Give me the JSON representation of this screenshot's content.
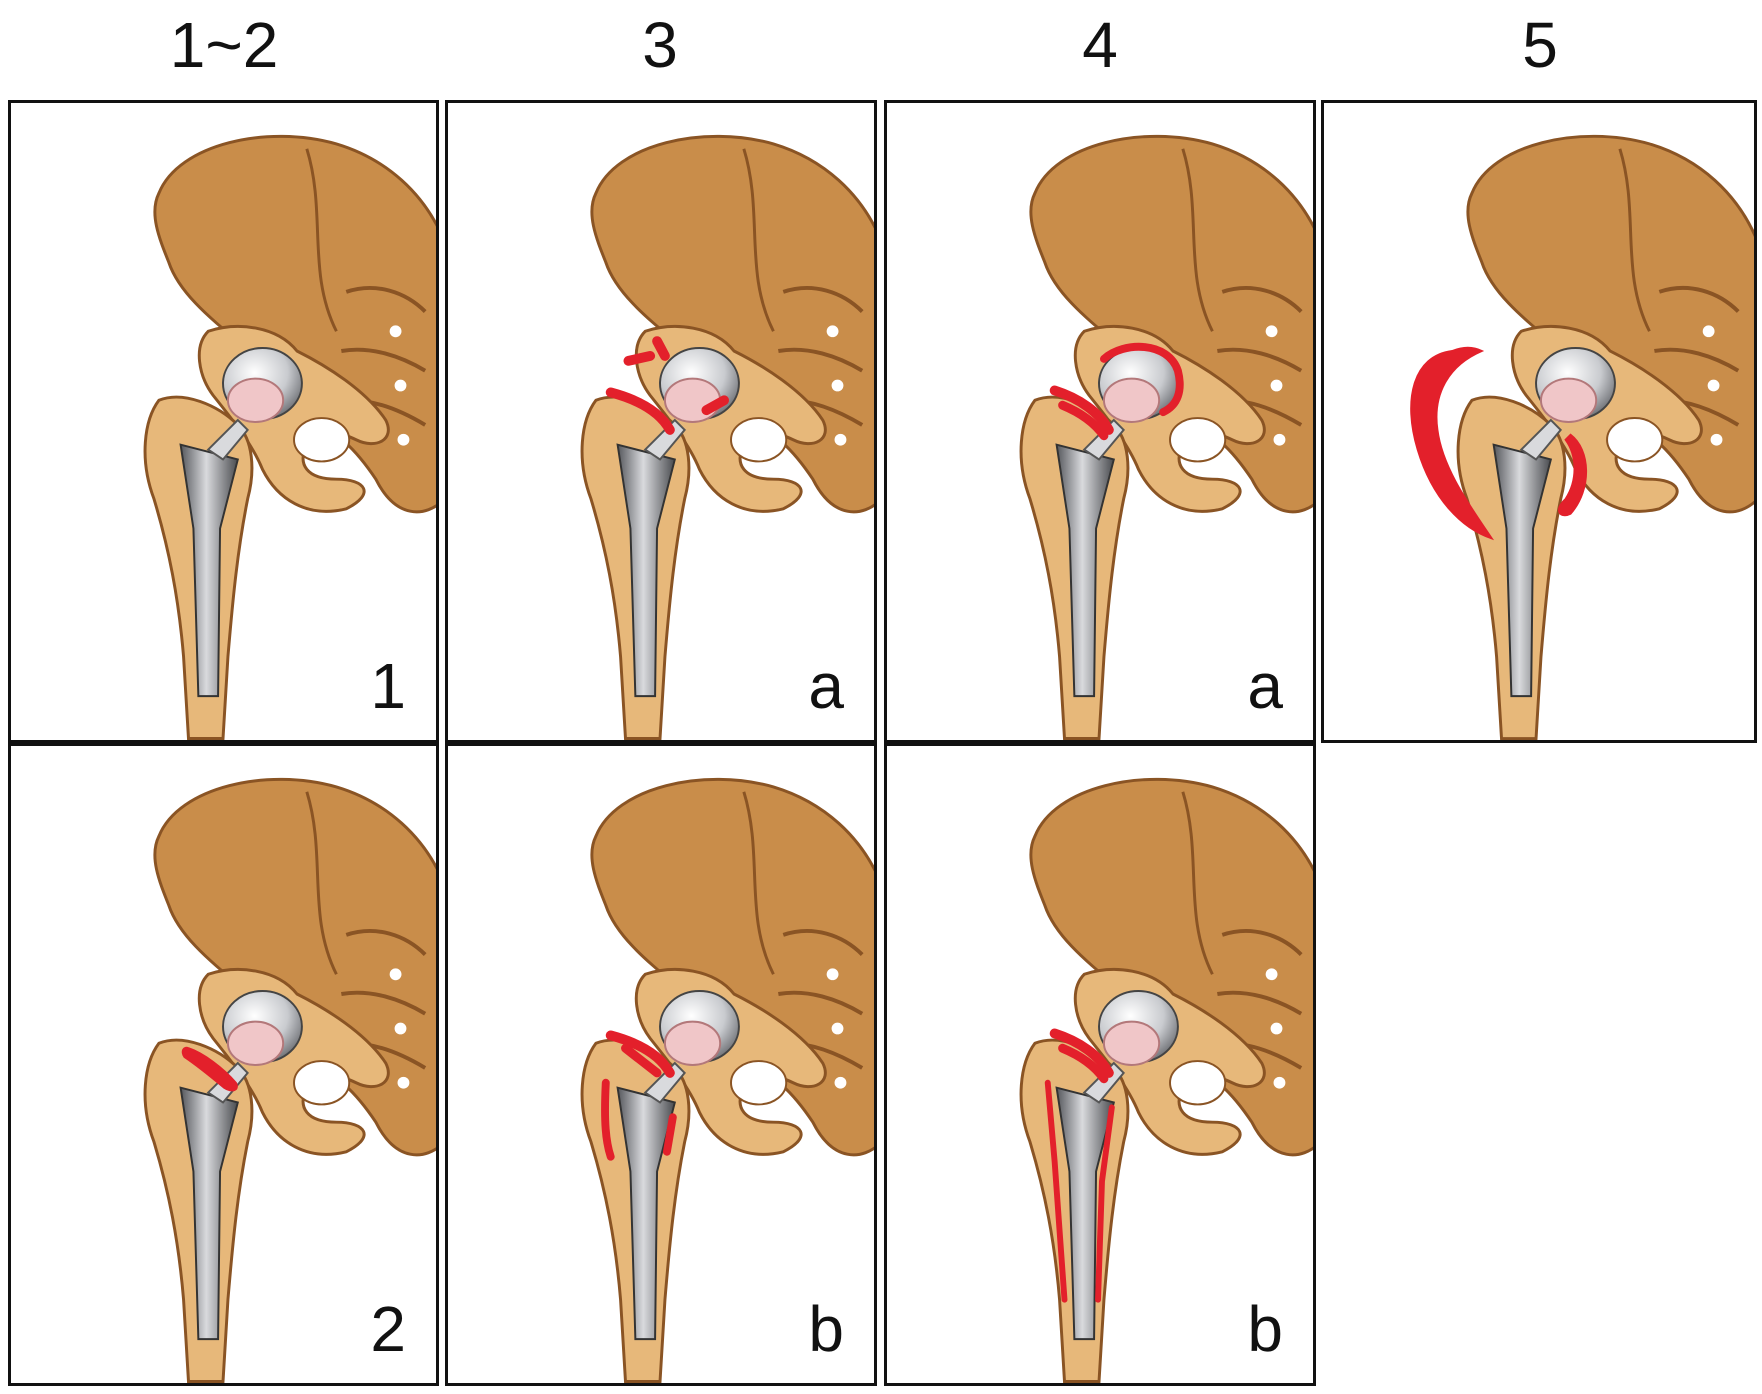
{
  "columns": [
    "1~2",
    "3",
    "4",
    "5"
  ],
  "panels": [
    {
      "label": "1",
      "stage": "1"
    },
    {
      "label": "a",
      "stage": "3a"
    },
    {
      "label": "a",
      "stage": "4a"
    },
    {
      "label": "",
      "stage": "5"
    },
    {
      "label": "2",
      "stage": "2"
    },
    {
      "label": "b",
      "stage": "3b"
    },
    {
      "label": "b",
      "stage": "4b"
    }
  ],
  "colors": {
    "bone": "#c98d4a",
    "bone_dark": "#8a5424",
    "bone_light": "#e7b87a",
    "metal": "#7d7f84",
    "metal_light": "#d9dadd",
    "liner": "#f0c6c8",
    "lesion": "#e3202b"
  },
  "icons": {
    "pelvis": "pelvis-illustration",
    "implant": "hip-prosthesis-illustration",
    "lesion": "osteolysis-marker"
  }
}
